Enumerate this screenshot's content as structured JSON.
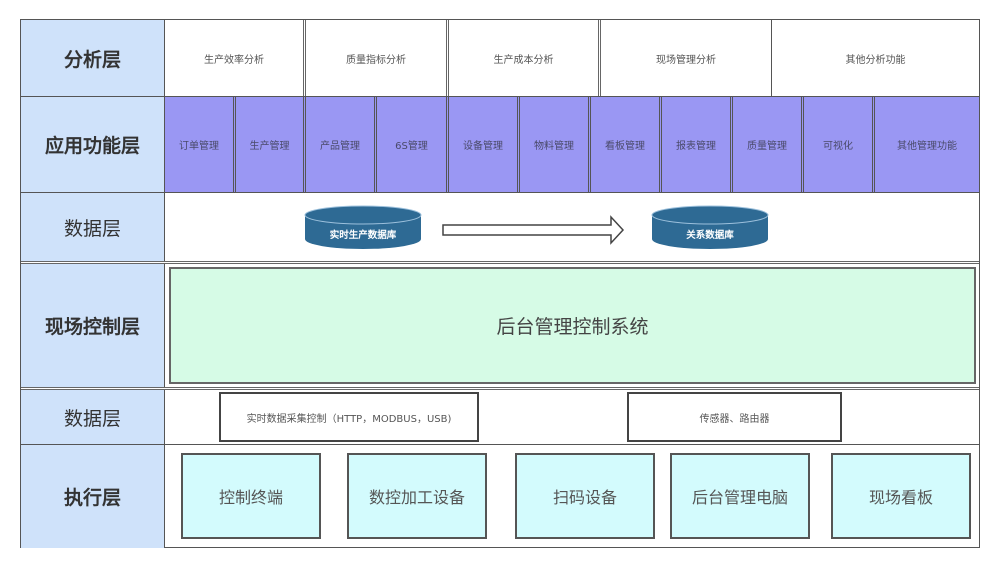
{
  "layers": {
    "analysis": {
      "label": "分析层",
      "items": [
        "生产效率分析",
        "质量指标分析",
        "生产成本分析",
        "现场管理分析",
        "其他分析功能"
      ]
    },
    "application": {
      "label": "应用功能层",
      "items": [
        "订单管理",
        "生产管理",
        "产品管理",
        "6S管理",
        "设备管理",
        "物料管理",
        "看板管理",
        "报表管理",
        "质量管理",
        "可视化",
        "其他管理功能"
      ]
    },
    "data_upper": {
      "label": "数据层",
      "source_db": "实时生产数据库",
      "target_db": "关系数据库"
    },
    "field_control": {
      "label": "现场控制层",
      "system": "后台管理控制系统"
    },
    "data_lower": {
      "label": "数据层",
      "items": [
        "实时数据采集控制（HTTP，MODBUS，USB)",
        "传感器、路由器"
      ]
    },
    "execution": {
      "label": "执行层",
      "items": [
        "控制终端",
        "数控加工设备",
        "扫码设备",
        "后台管理电脑",
        "现场看板"
      ]
    }
  },
  "colors": {
    "label_bg": "#cfe2fa",
    "app_bg": "#9a97f3",
    "db_fill": "#2e6a94",
    "control_bg": "#d6fbe6",
    "device_bg": "#d3fbfd"
  }
}
